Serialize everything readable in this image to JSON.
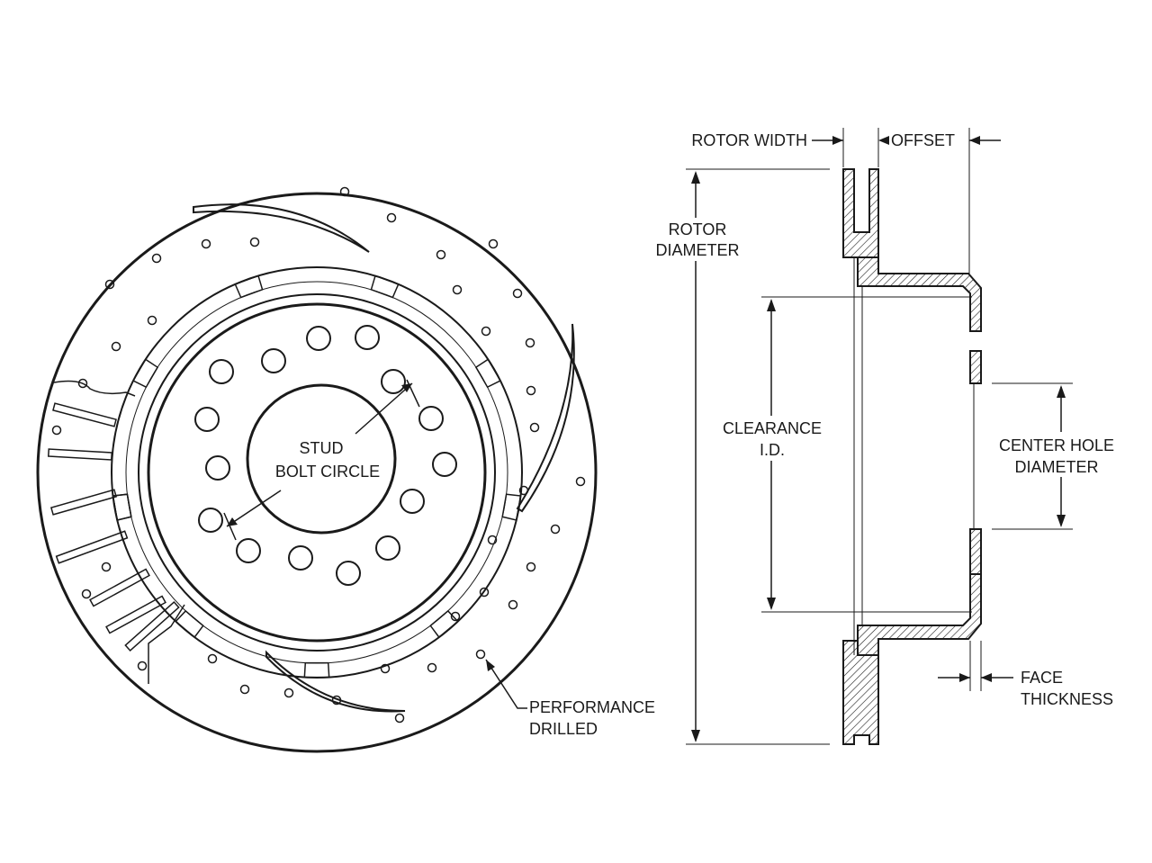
{
  "labels": {
    "stud_bolt_circle": [
      "STUD",
      "BOLT CIRCLE"
    ],
    "performance_drilled": [
      "PERFORMANCE",
      "DRILLED"
    ],
    "rotor_width": "ROTOR WIDTH",
    "offset": "OFFSET",
    "rotor_diameter": [
      "ROTOR",
      "DIAMETER"
    ],
    "clearance_id": [
      "CLEARANCE",
      "I.D."
    ],
    "center_hole_diameter": [
      "CENTER HOLE",
      "DIAMETER"
    ],
    "face_thickness": [
      "FACE",
      "THICKNESS"
    ]
  },
  "colors": {
    "line": "#1a1a1a",
    "background": "#ffffff"
  }
}
